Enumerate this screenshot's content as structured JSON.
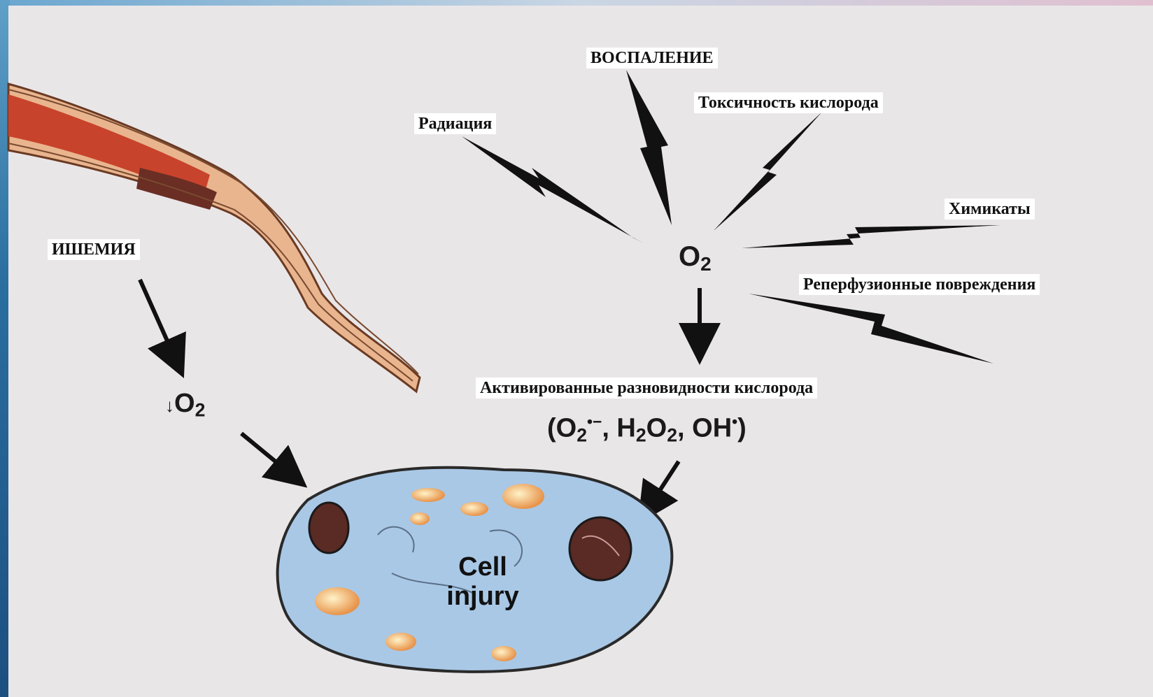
{
  "labels": {
    "inflammation": "ВОСПАЛЕНИЕ",
    "oxygen_toxicity": "Токсичность кислорода",
    "radiation": "Радиация",
    "chemicals": "Химикаты",
    "reperfusion": "Реперфузионные повреждения",
    "ischemia": "ИШЕМИЯ",
    "activated_oxygen": "Активированные разновидности кислорода"
  },
  "chem": {
    "o2_center_main": "O",
    "o2_center_sub": "2",
    "o2_low_arrow": "↓",
    "o2_low_main": "O",
    "o2_low_sub": "2",
    "ros_open": "(O",
    "ros_sub1": "2",
    "ros_sup1": "•−",
    "ros_h": ", H",
    "ros_sub2": "2",
    "ros_o": "O",
    "ros_sub3": "2",
    "ros_oh": ", OH",
    "ros_sup2": "•",
    "ros_close": ")"
  },
  "cell": {
    "line1": "Cell",
    "line2": "injury"
  },
  "colors": {
    "cell_fill": "#a9c8e6",
    "vessel_blood": "#c8432b",
    "vessel_wall": "#e8b08a",
    "mitochondria": "#5a2a24",
    "vesicle": "#f2b77a"
  }
}
